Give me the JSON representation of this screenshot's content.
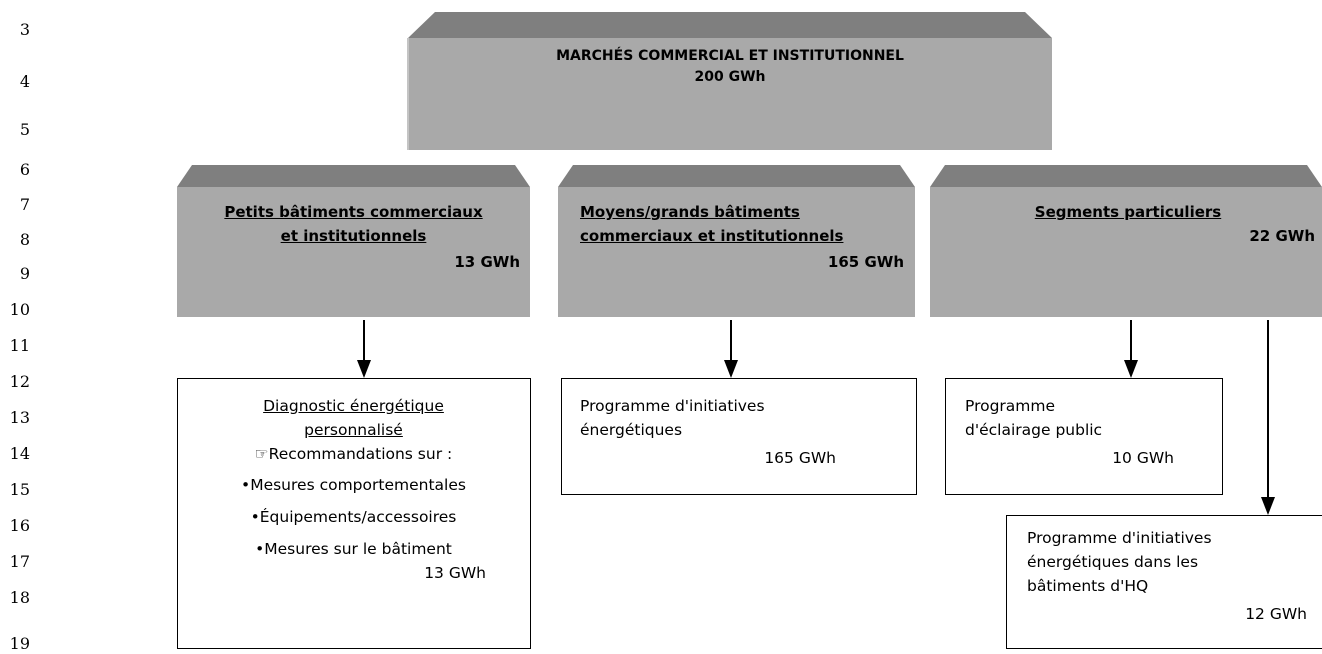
{
  "line_numbers": [
    "3",
    "4",
    "5",
    "6",
    "7",
    "8",
    "9",
    "10",
    "11",
    "12",
    "13",
    "14",
    "15",
    "16",
    "17",
    "18",
    "19"
  ],
  "colors": {
    "box_fill": "#a9a9a9",
    "bevel": "#7f7f7f",
    "edge_light": "#c4c4c4"
  },
  "top": {
    "title": "MARCHÉS COMMERCIAL ET INSTITUTIONNEL",
    "value": "200 GWh"
  },
  "segments": [
    {
      "title_lines": [
        "Petits bâtiments commerciaux",
        "et institutionnels"
      ],
      "value": "13 GWh"
    },
    {
      "title_lines": [
        "Moyens/grands bâtiments",
        "commerciaux et institutionnels"
      ],
      "value": "165 GWh"
    },
    {
      "title_lines": [
        "Segments particuliers"
      ],
      "value": "22 GWh"
    }
  ],
  "programs": [
    {
      "title_lines": [
        "Diagnostic énergétique",
        "personnalisé"
      ],
      "intro": "☞Recommandations sur :",
      "bullets": [
        "•Mesures comportementales",
        "•Équipements/accessoires",
        "•Mesures sur le bâtiment"
      ],
      "value": "13 GWh"
    },
    {
      "title_lines": [
        "Programme d'initiatives",
        "énergétiques"
      ],
      "value": "165 GWh"
    },
    {
      "title_lines": [
        "Programme",
        "d'éclairage public"
      ],
      "value": "10 GWh"
    },
    {
      "title_lines": [
        "Programme d'initiatives",
        "énergétiques dans les",
        "bâtiments d'HQ"
      ],
      "value": "12 GWh"
    }
  ]
}
